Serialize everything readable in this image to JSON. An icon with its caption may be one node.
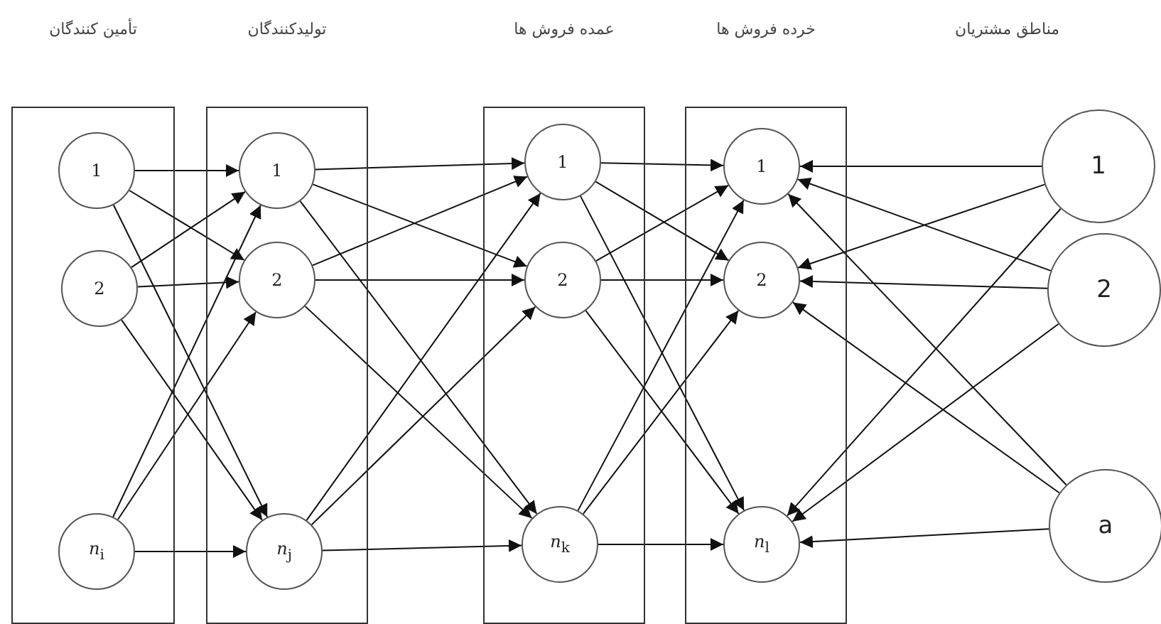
{
  "diagram": {
    "nodes": [
      {
        "text": [
          "تأمین کنندگان"
        ]
      },
      {
        "text": [
          "1"
        ],
        "in": 0
      },
      {
        "text": [
          "2"
        ],
        "in": 0
      },
      {
        "text": [
          "*n*$_{i}$"
        ],
        "in": 0
      },
      {
        "text": [
          "تولیدکنندگان"
        ]
      },
      {
        "text": [
          "1"
        ],
        "in": 4
      },
      {
        "text": [
          "2"
        ],
        "in": 4
      },
      {
        "text": [
          "*n*$_{j}$"
        ],
        "in": 4
      },
      {
        "text": [
          "عمده فروش ها"
        ]
      },
      {
        "text": [
          "1"
        ],
        "in": 8
      },
      {
        "text": [
          "2"
        ],
        "in": 8
      },
      {
        "text": [
          "*n*$_{k}$"
        ],
        "in": 8
      },
      {
        "text": [
          "خرده فروش ها"
        ]
      },
      {
        "text": [
          "1"
        ],
        "in": 12
      },
      {
        "text": [
          "2"
        ],
        "in": 12
      },
      {
        "text": [
          "*n*$_{l}$"
        ],
        "in": 12
      },
      {
        "text": [
          "1"
        ]
      },
      {
        "text": [
          "2"
        ]
      },
      {
        "text": [
          "a"
        ]
      }
    ],
    "edges": [
      {
        "from": 1,
        "to": 5,
        "arrow": "to"
      },
      {
        "from": 1,
        "to": 6,
        "arrow": "to"
      },
      {
        "from": 1,
        "to": 7,
        "arrow": "to"
      },
      {
        "from": 2,
        "to": 5,
        "arrow": "to"
      },
      {
        "from": 2,
        "to": 6,
        "arrow": "to"
      },
      {
        "from": 2,
        "to": 7,
        "arrow": "to"
      },
      {
        "from": 3,
        "to": 5,
        "arrow": "to"
      },
      {
        "from": 3,
        "to": 6,
        "arrow": "to"
      },
      {
        "from": 3,
        "to": 7,
        "arrow": "to"
      },
      {
        "from": 5,
        "to": 9,
        "arrow": "to"
      },
      {
        "from": 5,
        "to": 10,
        "arrow": "to"
      },
      {
        "from": 5,
        "to": 11,
        "arrow": "to"
      },
      {
        "from": 6,
        "to": 9,
        "arrow": "to"
      },
      {
        "from": 6,
        "to": 10,
        "arrow": "to"
      },
      {
        "from": 6,
        "to": 11,
        "arrow": "to"
      },
      {
        "from": 7,
        "to": 9,
        "arrow": "to"
      },
      {
        "from": 7,
        "to": 10,
        "arrow": "to"
      },
      {
        "from": 7,
        "to": 11,
        "arrow": "to"
      },
      {
        "from": 9,
        "to": 13,
        "arrow": "to"
      },
      {
        "from": 9,
        "to": 14,
        "arrow": "to"
      },
      {
        "from": 9,
        "to": 15,
        "arrow": "to"
      },
      {
        "from": 10,
        "to": 13,
        "arrow": "to"
      },
      {
        "from": 10,
        "to": 14,
        "arrow": "to"
      },
      {
        "from": 10,
        "to": 15,
        "arrow": "to"
      },
      {
        "from": 11,
        "to": 13,
        "arrow": "to"
      },
      {
        "from": 11,
        "to": 14,
        "arrow": "to"
      },
      {
        "from": 11,
        "to": 15,
        "arrow": "to"
      },
      {
        "from": 16,
        "to": 13,
        "arrow": "to"
      },
      {
        "from": 16,
        "to": 14,
        "arrow": "to"
      },
      {
        "from": 16,
        "to": 15,
        "arrow": "to"
      },
      {
        "from": 17,
        "to": 13,
        "arrow": "to"
      },
      {
        "from": 17,
        "to": 14,
        "arrow": "to"
      },
      {
        "from": 17,
        "to": 15,
        "arrow": "to"
      },
      {
        "from": 18,
        "to": 13,
        "arrow": "to"
      },
      {
        "from": 18,
        "to": 14,
        "arrow": "to"
      },
      {
        "from": 18,
        "to": 15,
        "arrow": "to"
      }
    ],
    "labels": [
      "مناطق مشتریان"
    ]
  }
}
